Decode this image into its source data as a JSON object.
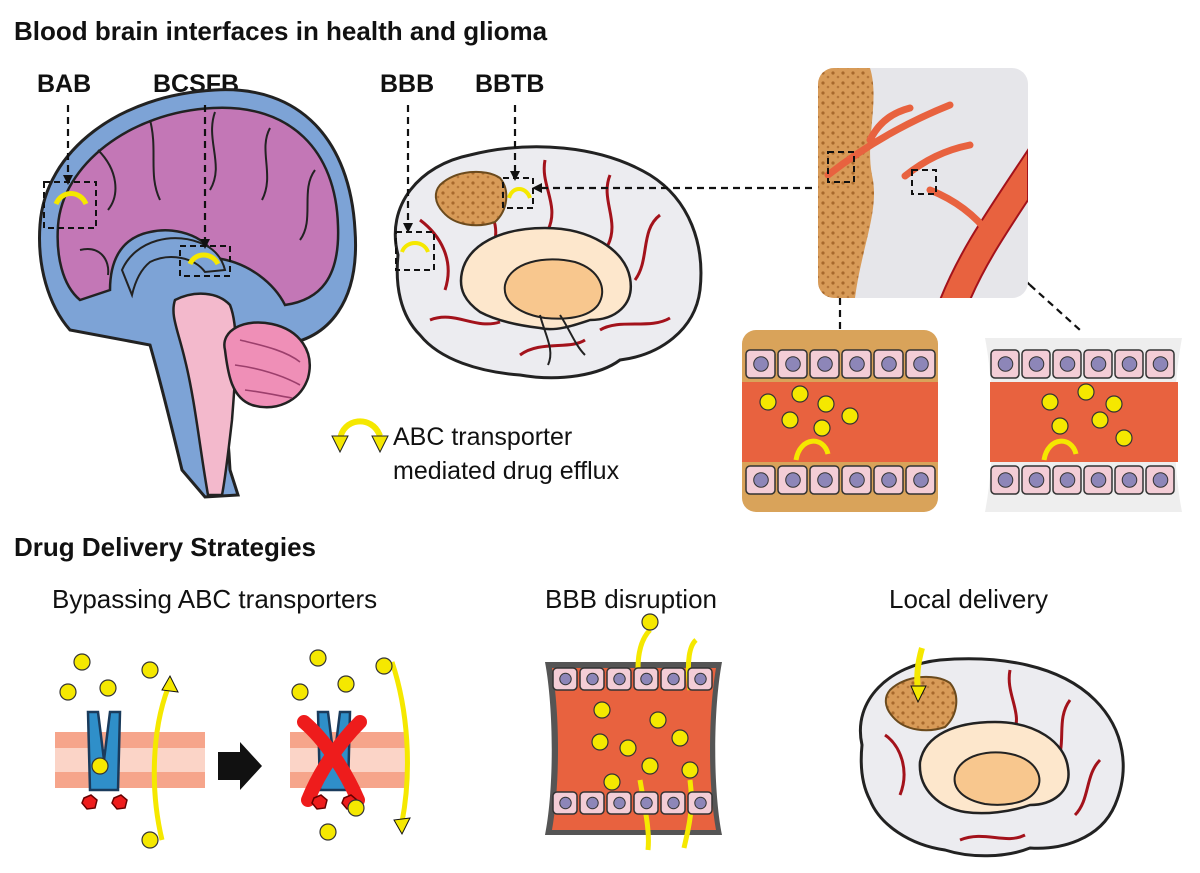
{
  "top": {
    "title": "Blood brain interfaces in health and glioma",
    "labels": {
      "bab": "BAB",
      "bcsfb": "BCSFB",
      "bbb": "BBB",
      "bbtb": "BBTB"
    },
    "legend": {
      "line1": "ABC transporter",
      "line2": "mediated drug efflux"
    }
  },
  "bottom": {
    "title": "Drug  Delivery Strategies",
    "panels": {
      "bypassing": "Bypassing ABC transporters",
      "disruption": "BBB disruption",
      "local": "Local delivery"
    }
  },
  "colors": {
    "drug": "#f5e800",
    "vessel_red": "#a3121b",
    "blood": "#e8623f",
    "cell_pink": "#f3cdd6",
    "nucleus": "#8d86b8",
    "brain_purple": "#c377b6",
    "csf_blue": "#7da3d6",
    "tumor": "#d59a55",
    "transporter_blue": "#2f8fc9",
    "block_red": "#ee1c1c"
  }
}
